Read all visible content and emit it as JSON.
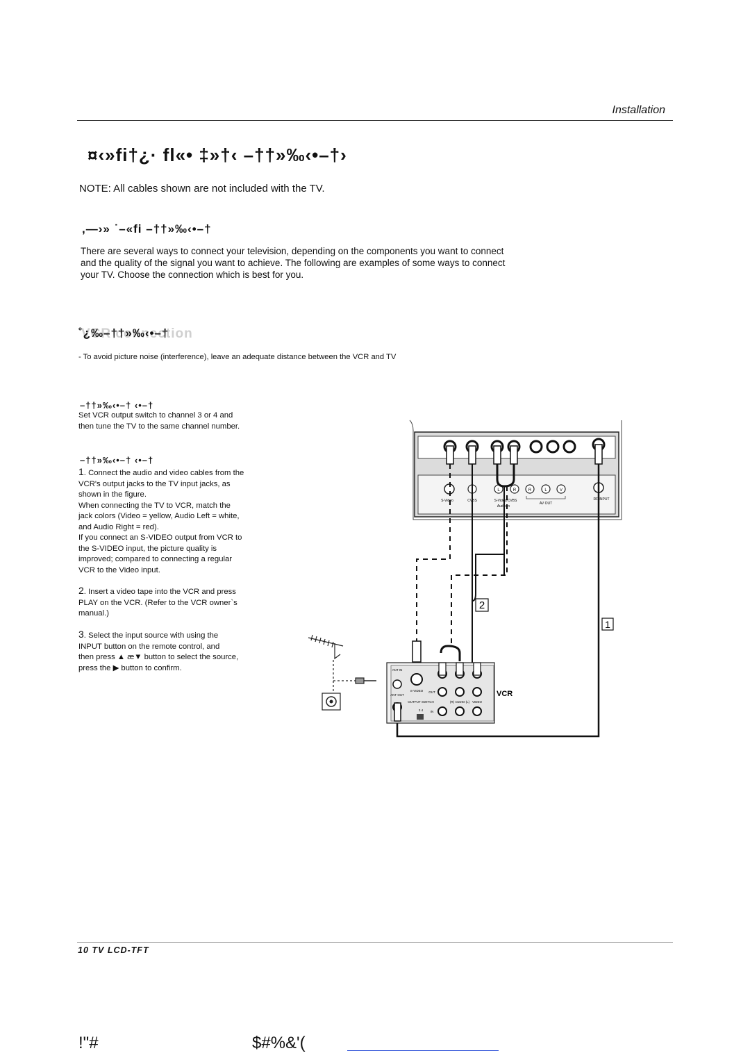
{
  "header": {
    "section": "Installation"
  },
  "title": "¤‹»fi†¿· fl«• ‡»†‹ –††»‰‹•–†›",
  "note": "NOTE: All cables shown are not included with the TV.",
  "connection_heading": ",—›» ˙–«fi –††»‰‹•–†",
  "intro_lines": [
    "There are several ways to connect your television, depending on the components you want to connect",
    "and the quality of the signal you want to achieve.  The following are examples of some ways to connect",
    "your TV.  Choose the connection which is best for you."
  ],
  "vcr_section": {
    "garbled": "˚¿‰–††»‰‹•–†",
    "ghost": "VCR connection"
  },
  "avoid_note": "- To avoid picture noise (interference), leave an adequate distance between the VCR and TV",
  "antenna": {
    "heading": "–††»‰‹•–† ‹•–†",
    "lines": [
      "Set VCR output switch to channel 3 or 4 and",
      "then tune the TV to the same channel number."
    ]
  },
  "av": {
    "heading": "–††»‰‹•–† ‹•–†",
    "step1_num": "1",
    "step1": [
      "Connect the audio and video cables from the",
      "VCR's output jacks to the TV input jacks, as",
      "shown in the figure."
    ],
    "step1_extra": [
      "When connecting the TV to VCR, match the",
      "jack colors (Video = yellow, Audio Left = white,",
      "and Audio Right = red).",
      "If you connect an S-VIDEO output from VCR to",
      "the S-VIDEO input, the picture quality is",
      "improved; compared to connecting a regular",
      "VCR to the Video input."
    ],
    "step2_num": "2",
    "step2": [
      "Insert a video tape into the VCR and press",
      "PLAY on the VCR. (Refer to the VCR owner`s",
      "manual.)"
    ],
    "step3_num": "3",
    "step3": [
      "Select the input source with using the",
      "INPUT button on the remote control, and",
      "then press ▲ æ▼ button to select the source,",
      "press the ▶ button to confirm."
    ]
  },
  "diagram": {
    "tv_labels": {
      "s_video": "S-Video",
      "cvbs": "CVBS",
      "s_video_cvbs": "S-Video/CVBS",
      "audio_in": "Audio In",
      "av_out": "AV OUT",
      "rf_input": "RF INPUT"
    },
    "jack_letters": [
      "L",
      "R",
      "R",
      "L",
      "V"
    ],
    "badge1": "1",
    "badge2": "2",
    "vcr_labels": {
      "vcr": "VCR",
      "ant_in": "ANT IN",
      "ant_out": "ANT OUT",
      "s_video": "S-VIDEO",
      "out": "OUT",
      "in": "IN",
      "output_switch": "OUTPUT SWITCH",
      "switch_nums": "3  4",
      "r_audio_l": "(R) AUDIO (L)",
      "video": "VIDEO"
    }
  },
  "footer": {
    "page_label": "10  TV LCD-TFT"
  },
  "bottom": {
    "left": "!\"#",
    "right": "$#%&'("
  }
}
